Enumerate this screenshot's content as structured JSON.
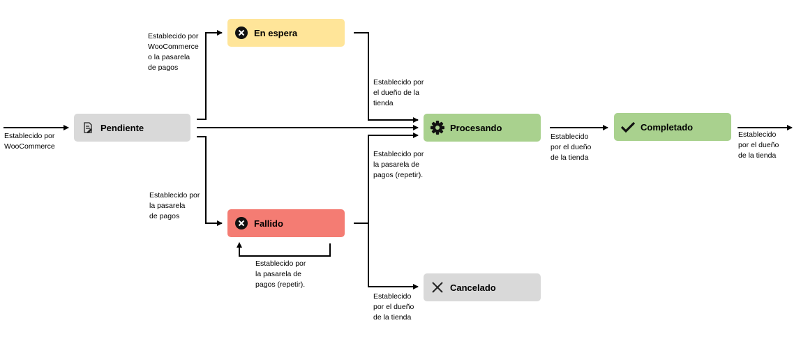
{
  "states": {
    "pendiente": {
      "label": "Pendiente",
      "icon": "pending-document-icon",
      "color": "#d9d9d9"
    },
    "en_espera": {
      "label": "En espera",
      "icon": "x-circle-icon",
      "color": "#ffe599"
    },
    "fallido": {
      "label": "Fallido",
      "icon": "x-circle-icon",
      "color": "#f47c73"
    },
    "procesando": {
      "label": "Procesando",
      "icon": "gear-icon",
      "color": "#a9d18e"
    },
    "completado": {
      "label": "Completado",
      "icon": "checkmark-icon",
      "color": "#a9d18e"
    },
    "cancelado": {
      "label": "Cancelado",
      "icon": "x-icon",
      "color": "#d9d9d9"
    }
  },
  "transitions": {
    "entry_pendiente": "Establecido por\nWooCommerce",
    "pendiente_to_espera": "Establecido por\nWooCommerce\no la pasarela\nde pagos",
    "pendiente_to_fallido": "Establecido por\nla pasarela\nde pagos",
    "espera_to_procesando": "Establecido por\nel dueño de la\ntienda",
    "fallido_to_procesando": "Establecido por\nla pasarela de\npagos (repetir).",
    "fallido_retry": "Establecido por\nla pasarela de\npagos (repetir).",
    "fallido_to_cancelado": "Establecido\npor el dueño\nde la tienda",
    "procesando_to_completado": "Establecido\npor el dueño\nde la tienda",
    "completado_exit": "Establecido\npor el dueño\nde la tienda"
  }
}
